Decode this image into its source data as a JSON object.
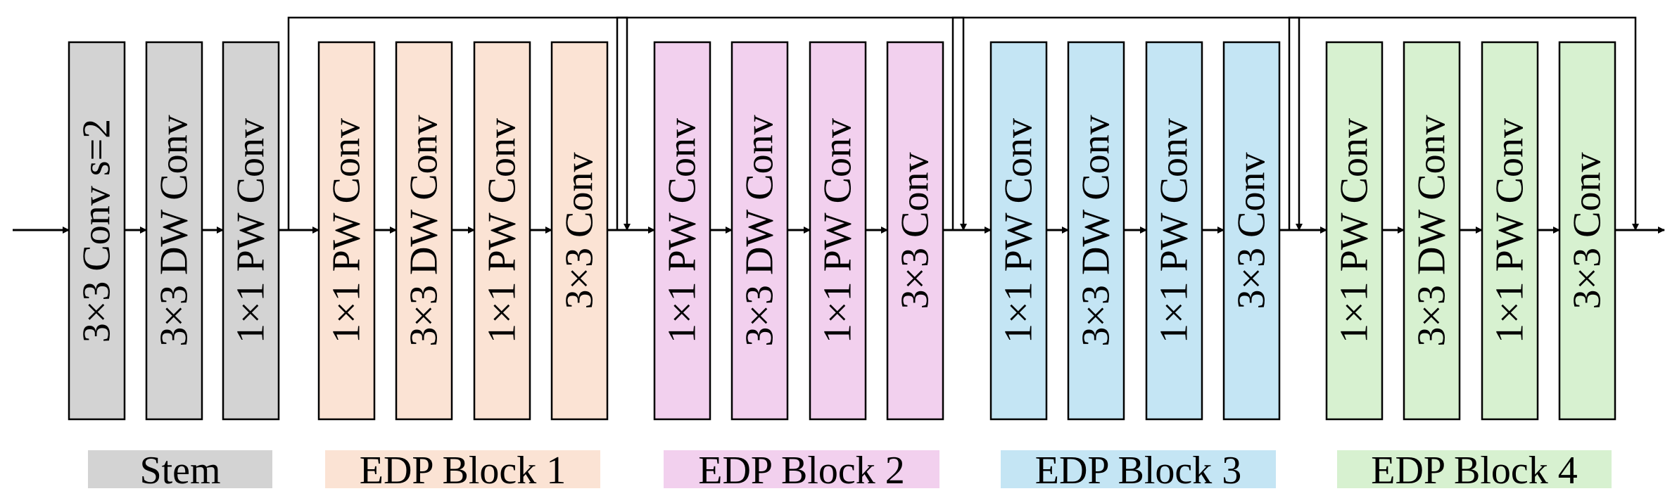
{
  "diagram": {
    "groups": [
      {
        "name": "stem",
        "legend": "Stem",
        "color": "#d3d3d3",
        "layers": [
          "3×3 Conv s=2",
          "3×3 DW Conv",
          "1×1 PW Conv"
        ]
      },
      {
        "name": "edp-block-1",
        "legend": "EDP Block 1",
        "color": "#fbe3d4",
        "layers": [
          "1×1 PW Conv",
          "3×3 DW Conv",
          "1×1 PW Conv",
          "3×3 Conv"
        ]
      },
      {
        "name": "edp-block-2",
        "legend": "EDP Block 2",
        "color": "#f2d0ee",
        "layers": [
          "1×1 PW Conv",
          "3×3 DW Conv",
          "1×1 PW Conv",
          "3×3 Conv"
        ]
      },
      {
        "name": "edp-block-3",
        "legend": "EDP Block 3",
        "color": "#c4e5f4",
        "layers": [
          "1×1 PW Conv",
          "3×3 DW Conv",
          "1×1 PW Conv",
          "3×3 Conv"
        ]
      },
      {
        "name": "edp-block-4",
        "legend": "EDP Block 4",
        "color": "#d7f1d0",
        "layers": [
          "1×1 PW Conv",
          "3×3 DW Conv",
          "1×1 PW Conv",
          "3×3 Conv"
        ]
      }
    ],
    "has_skip_connections": true,
    "flow_direction": "left-to-right"
  }
}
